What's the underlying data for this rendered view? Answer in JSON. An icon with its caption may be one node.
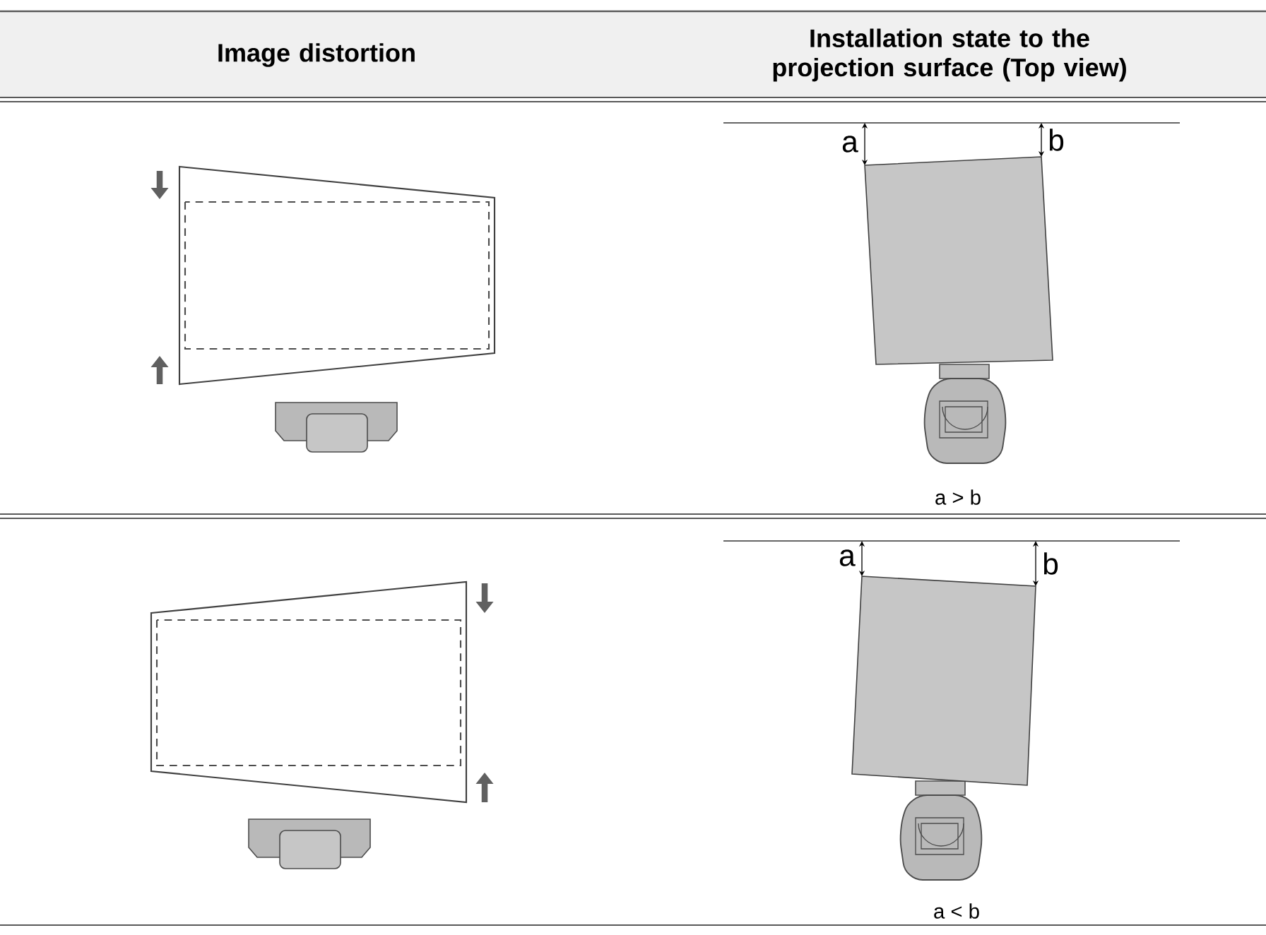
{
  "diagram": {
    "labels": [
      "Image distortion",
      "Installation state to the projection surface (Top view)",
      "a",
      "b",
      "a > b",
      "a",
      "b",
      "a < b"
    ]
  }
}
